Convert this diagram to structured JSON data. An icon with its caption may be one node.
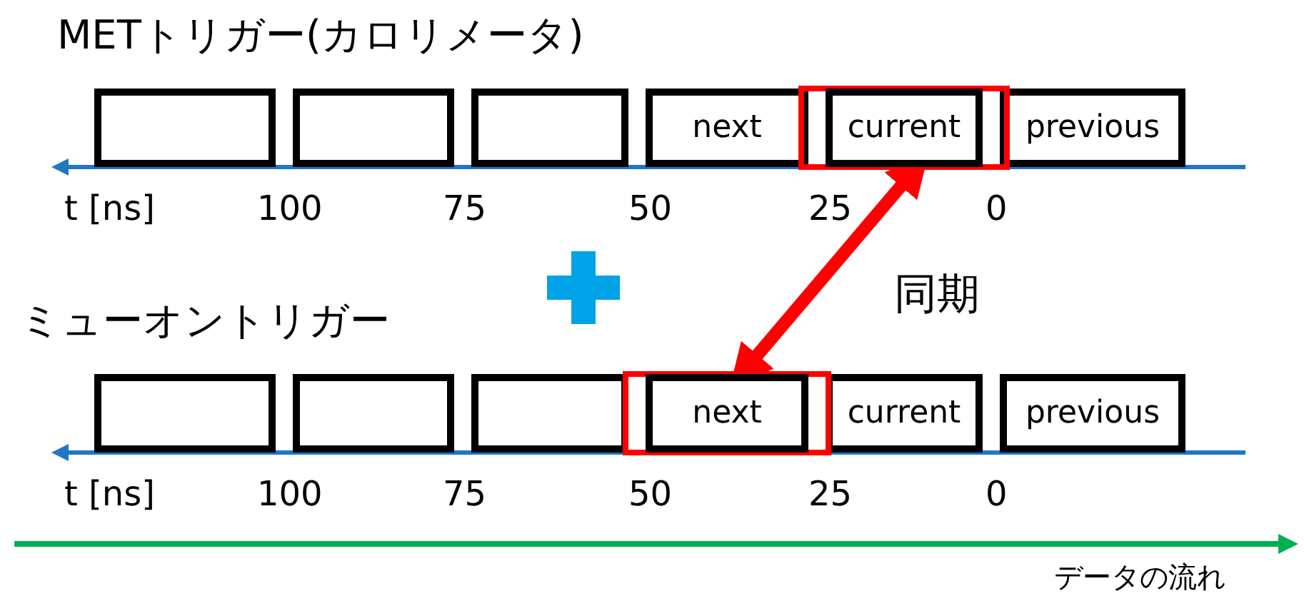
{
  "diagram": {
    "nodes": [
      {
        "text": [],
        "shape": "box"
      },
      {
        "text": [],
        "shape": "box"
      },
      {
        "text": [],
        "shape": "box"
      },
      {
        "text": [
          "next"
        ]
      },
      {
        "text": [],
        "shape": "box"
      },
      {
        "text": [
          "current"
        ],
        "in": 4
      },
      {
        "text": [
          "previous"
        ]
      },
      {
        "text": [],
        "shape": "box"
      },
      {
        "text": [],
        "shape": "box"
      },
      {
        "text": [],
        "shape": "box"
      },
      {
        "text": [],
        "shape": "box"
      },
      {
        "text": [
          "next"
        ],
        "in": 10
      },
      {
        "text": [
          "current"
        ]
      },
      {
        "text": [
          "previous"
        ]
      }
    ],
    "edges": [
      {
        "from": 10,
        "to": 4,
        "arrow": "both",
        "label": "同期",
        "color": "#ff0000"
      }
    ],
    "labels": [
      "METトリガー(カロリメータ)",
      "t [ns]",
      "100",
      "75",
      "50",
      "25",
      "0",
      "ミューオントリガー",
      "t [ns]",
      "100",
      "75",
      "50",
      "25",
      "0",
      "データの流れ"
    ]
  }
}
